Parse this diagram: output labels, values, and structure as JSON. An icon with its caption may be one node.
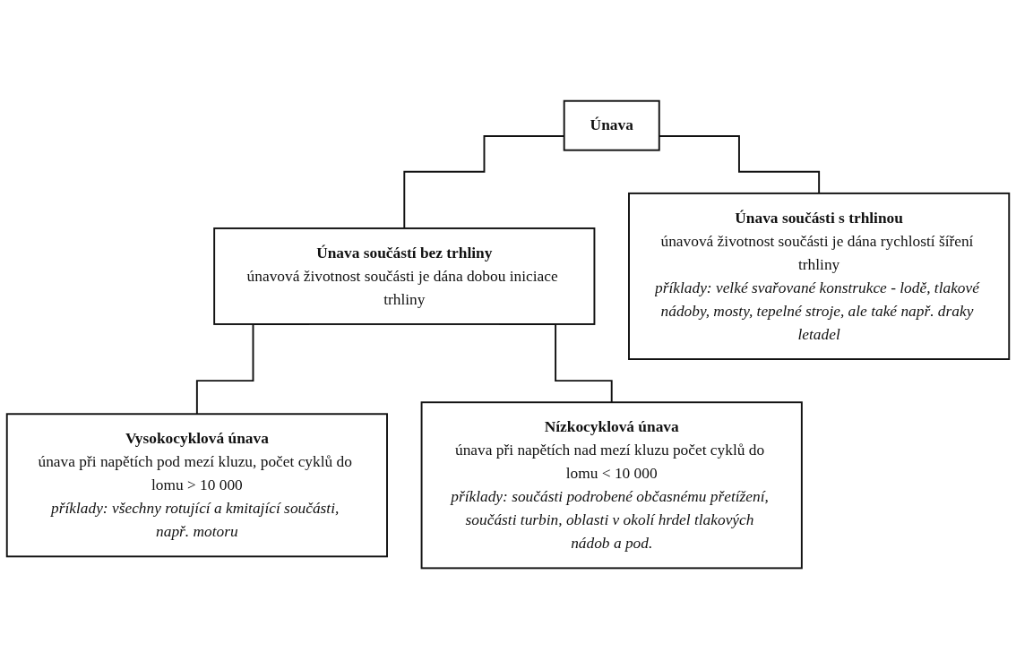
{
  "diagram": {
    "nodes": [
      {
        "text": [
          "Únava"
        ]
      },
      {
        "text": [
          "Únava součástí bez trhliny",
          "únavová životnost součásti je dána dobou iniciace trhliny"
        ]
      },
      {
        "text": [
          "Únava součásti s trhlinou",
          "únavová životnost součásti je dána rychlostí šíření trhliny",
          "příklady: velké svařované konstrukce - lodě, tlakové nádoby, mosty, tepelné stroje, ale také např. draky letadel"
        ]
      },
      {
        "text": [
          "Vysokocyklová únava",
          "únava při napětích pod mezí kluzu, počet cyklů do lomu > 10 000",
          "příklady: všechny rotující a kmitající součásti, např. motoru"
        ]
      },
      {
        "text": [
          "Nízkocyklová únava",
          "únava při napětích nad mezí kluzu počet cyklů do lomu < 10 000",
          "příklady: součásti podrobené občasnému přetížení, součásti turbin, oblasti v okolí hrdel tlakových nádob a pod."
        ]
      }
    ],
    "edges": [
      {
        "from": 0,
        "to": 1,
        "arrow": "none"
      },
      {
        "from": 0,
        "to": 2,
        "arrow": "none"
      },
      {
        "from": 1,
        "to": 3,
        "arrow": "none"
      },
      {
        "from": 1,
        "to": 4,
        "arrow": "none"
      }
    ]
  }
}
